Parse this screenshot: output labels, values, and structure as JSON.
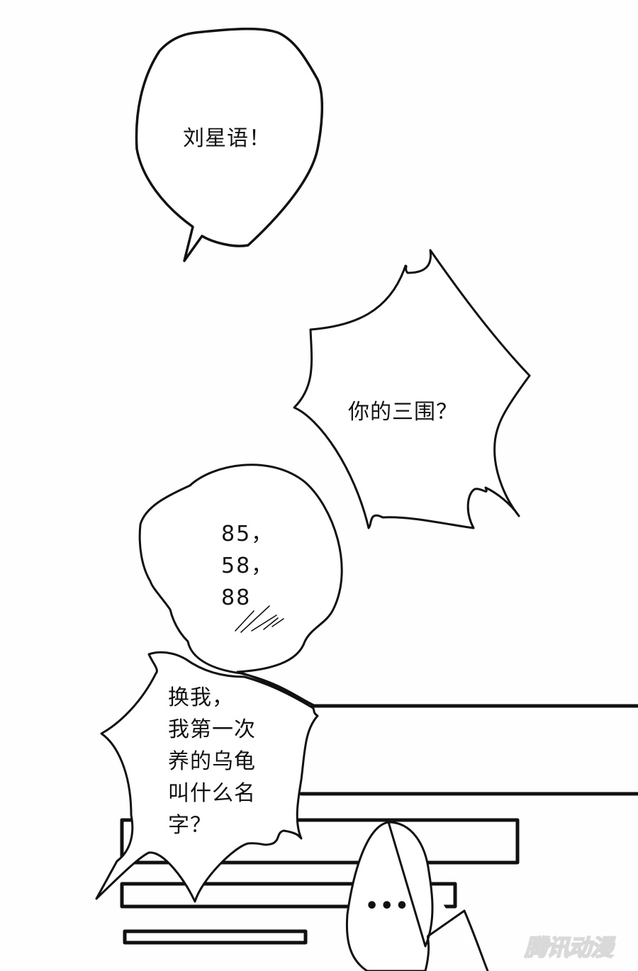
{
  "comic": {
    "bubbles": [
      {
        "id": "bubble-1",
        "shape": "round-speech",
        "text": "刘星语！"
      },
      {
        "id": "bubble-2",
        "shape": "spiky-shout",
        "text": "你的三围？"
      },
      {
        "id": "bubble-3",
        "shape": "cloud-thought",
        "text": "85，\n58，\n88"
      },
      {
        "id": "bubble-4",
        "shape": "spiky-shout",
        "text": "换我，\n我第一次\n养的乌龟\n叫什么名\n字？"
      },
      {
        "id": "bubble-5",
        "shape": "oval-speech",
        "text": "•••"
      }
    ],
    "blush_marks": "////",
    "colors": {
      "background": "#fefefe",
      "ink": "#111111",
      "watermark": "#d6d6d6"
    }
  },
  "watermark": {
    "text": "腾讯动漫"
  }
}
